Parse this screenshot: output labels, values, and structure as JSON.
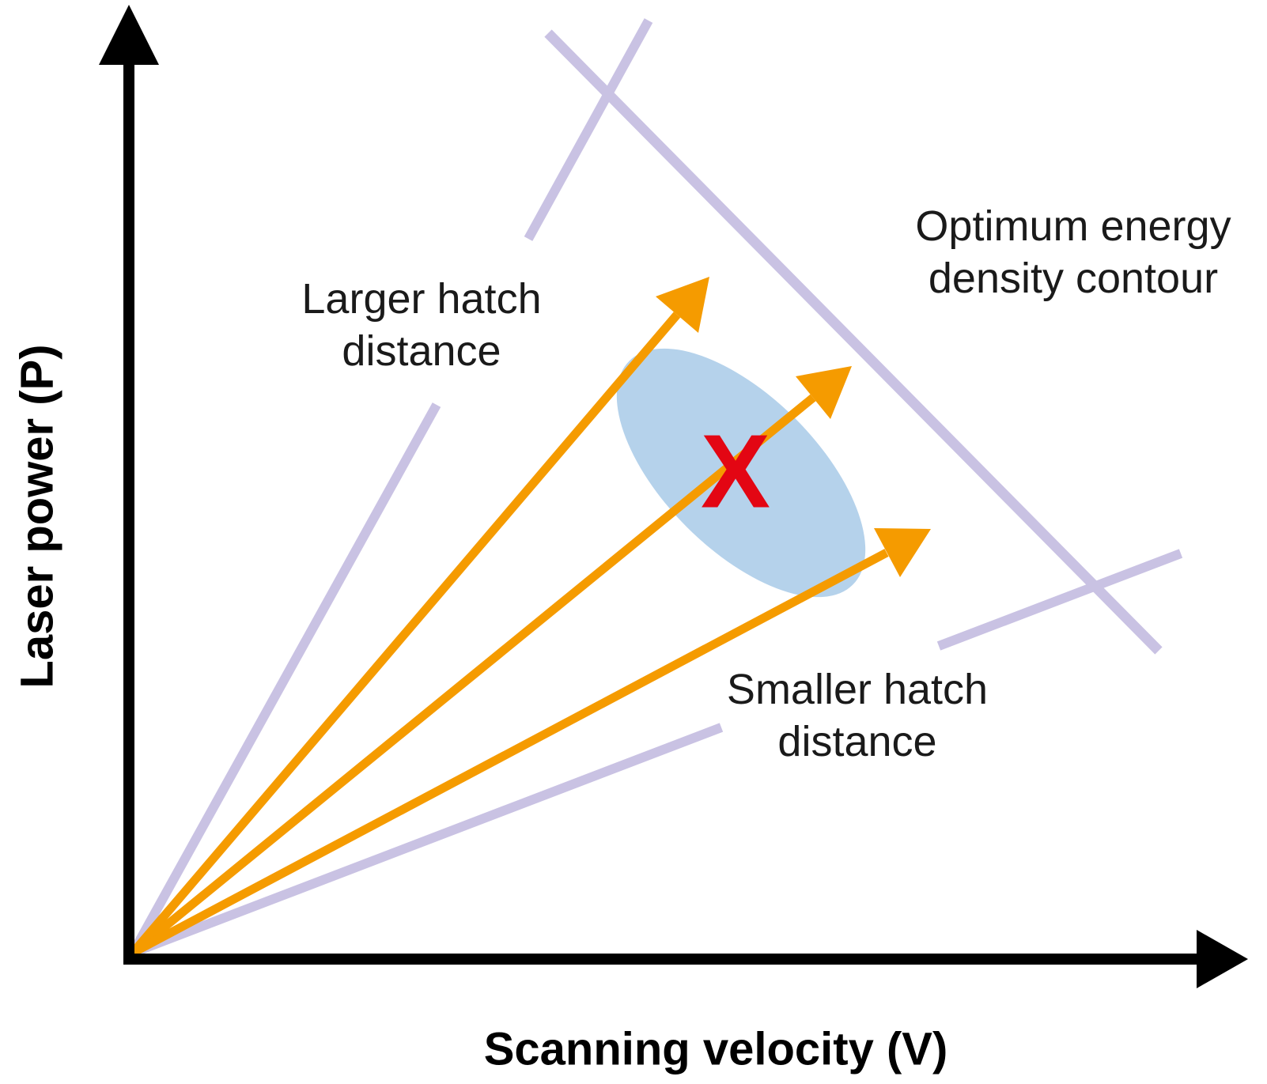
{
  "axes": {
    "y_label": "Laser power (P)",
    "x_label": "Scanning velocity (V)"
  },
  "annotations": {
    "larger_hatch_line1": "Larger hatch",
    "larger_hatch_line2": "distance",
    "optimum_contour_line1": "Optimum energy",
    "optimum_contour_line2": "density contour",
    "smaller_hatch_line1": "Smaller hatch",
    "smaller_hatch_line2": "distance",
    "optimum_point_marker": "X"
  },
  "colors": {
    "orange_ray": "#F59B00",
    "purple_line": "#C9C2E3",
    "ellipse_fill": "#B5D2EB",
    "marker_red": "#E30613",
    "axis_black": "#000000",
    "text_black": "#1a1a1a"
  }
}
